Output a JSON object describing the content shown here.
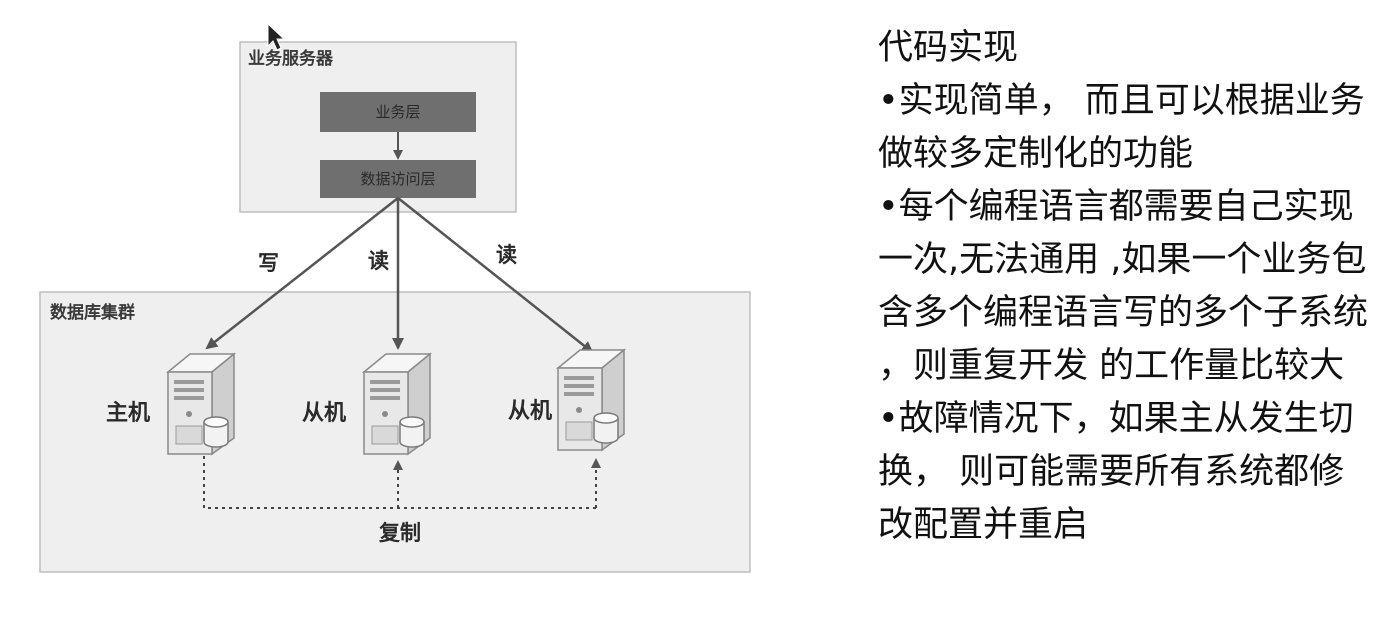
{
  "diagram": {
    "service_box": {
      "title": "业务服务器",
      "layers": [
        "业务层",
        "数据访问层"
      ]
    },
    "edges": [
      {
        "label": "写",
        "target": "主机"
      },
      {
        "label": "读",
        "target": "从机"
      },
      {
        "label": "读",
        "target": "从机"
      }
    ],
    "cluster": {
      "title": "数据库集群",
      "servers": [
        "主机",
        "从机",
        "从机"
      ],
      "replication_label": "复制"
    },
    "colors": {
      "layer_fill": "#6f6f6f",
      "panel_fill": "#efefef",
      "panel_border": "#bdbdbd",
      "arrow": "#555555"
    }
  },
  "notes": {
    "heading": "代码实现",
    "bullets": [
      "•实现简单， 而且可以根据业务做较多定制化的功能",
      "•每个编程语言都需要自己实现一次,无法通用 ,如果一个业务包含多个编程语言写的多个子系统 ，则重复开发 的工作量比较大",
      "•故障情况下，如果主从发生切换， 则可能需要所有系统都修改配置并重启"
    ]
  }
}
